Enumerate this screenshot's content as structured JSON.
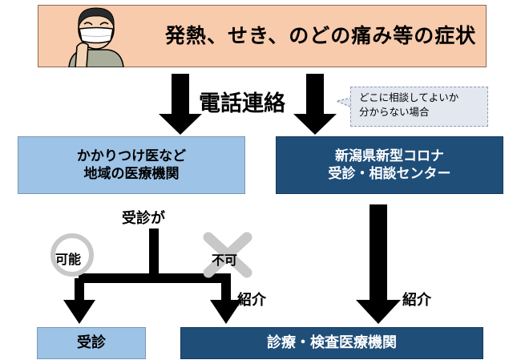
{
  "symptoms": "発熱、せき、のどの痛み等の症状",
  "phone_contact": "電話連絡",
  "callout": {
    "line1": "どこに相談してよいか",
    "line2": "分からない場合"
  },
  "clinic": {
    "line1": "かかりつけ医など",
    "line2": "地域の医療機関"
  },
  "center": {
    "line1": "新潟県新型コロナ",
    "line2": "受診・相談センター"
  },
  "visit_question": "受診が",
  "possible": "可能",
  "impossible": "不可",
  "referral_left": "紹介",
  "referral_right": "紹介",
  "consultation": "受診",
  "exam_facility": "診療・検査医療機関"
}
